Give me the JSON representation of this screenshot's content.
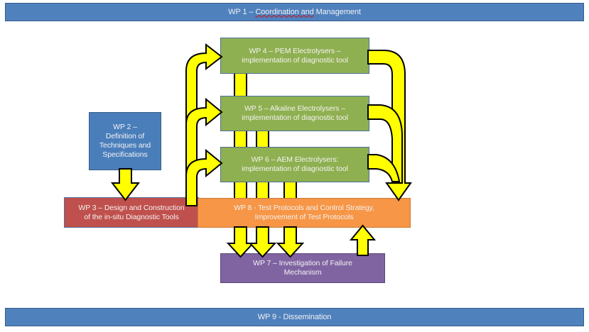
{
  "diagram": {
    "wp1": {
      "prefix": "WP 1 – ",
      "label_spelled": "Coordination and",
      "label_rest": " Management"
    },
    "wp2": {
      "lines": [
        "WP 2 –",
        "Definition of",
        "Techniques and",
        "Specifications"
      ]
    },
    "wp3": {
      "lines": [
        "WP 3 – Design and Construction",
        "of the in-situ Diagnostic Tools"
      ]
    },
    "wp4": {
      "lines": [
        "WP 4 – PEM Electrolysers –",
        "implementation of diagnostic tool"
      ]
    },
    "wp5": {
      "lines": [
        "WP 5 – Alkaline Electrolysers –",
        "implementation of diagnostic tool"
      ]
    },
    "wp6": {
      "lines": [
        "WP 6 – AEM Electrolysers:",
        "implementation of diagnostic tool"
      ]
    },
    "wp7": {
      "lines": [
        "WP 7 – Investigation of Failure",
        "Mechanism"
      ]
    },
    "wp8": {
      "lines": [
        "WP 8 - Test Protocols and Control Strategy,",
        "Improvement of Test Protocols"
      ]
    },
    "wp9": {
      "label": "WP 9 - Dissemination"
    },
    "colors": {
      "management_blue": "#4f81bd",
      "wp2_blue": "#4a7ebb",
      "wp3_red": "#c0504d",
      "electrolyser_green": "#8fb050",
      "wp8_orange": "#f79646",
      "wp7_purple": "#8064a2",
      "arrow_yellow": "#ffff00"
    },
    "connections": [
      {
        "from": "WP 2",
        "to": "WP 3"
      },
      {
        "from": "WP 3",
        "to": "WP 4"
      },
      {
        "from": "WP 3",
        "to": "WP 5"
      },
      {
        "from": "WP 3",
        "to": "WP 6"
      },
      {
        "from": "WP 4",
        "to": "WP 8"
      },
      {
        "from": "WP 5",
        "to": "WP 8"
      },
      {
        "from": "WP 6",
        "to": "WP 8"
      },
      {
        "from": "WP 4",
        "to": "WP 7"
      },
      {
        "from": "WP 5",
        "to": "WP 7"
      },
      {
        "from": "WP 6",
        "to": "WP 7"
      },
      {
        "from": "WP 7",
        "to": "WP 8"
      }
    ]
  }
}
